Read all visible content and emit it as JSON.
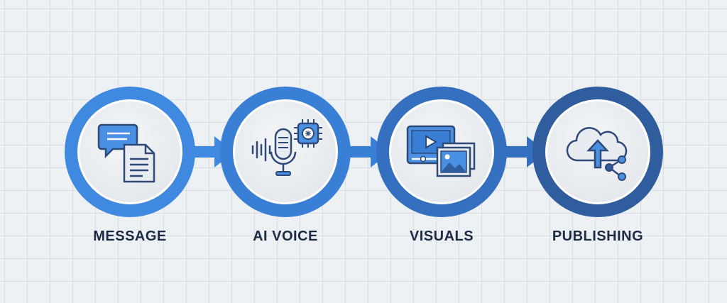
{
  "stages": [
    {
      "label": "MESSAGE",
      "icon": "chat-document-icon"
    },
    {
      "label": "AI VOICE",
      "icon": "microphone-chip-icon"
    },
    {
      "label": "VISUALS",
      "icon": "video-images-icon"
    },
    {
      "label": "PUBLISHING",
      "icon": "cloud-upload-share-icon"
    }
  ],
  "colors": {
    "background": "#eef1f4",
    "grid": "#d9dee4",
    "ring_1": "#3f89e0",
    "ring_2": "#3a7fd6",
    "ring_3": "#356fbf",
    "ring_4": "#2f5d9e",
    "icon_stroke": "#2f4a78",
    "icon_fill": "#4a90e2",
    "label": "#1e2b45"
  }
}
